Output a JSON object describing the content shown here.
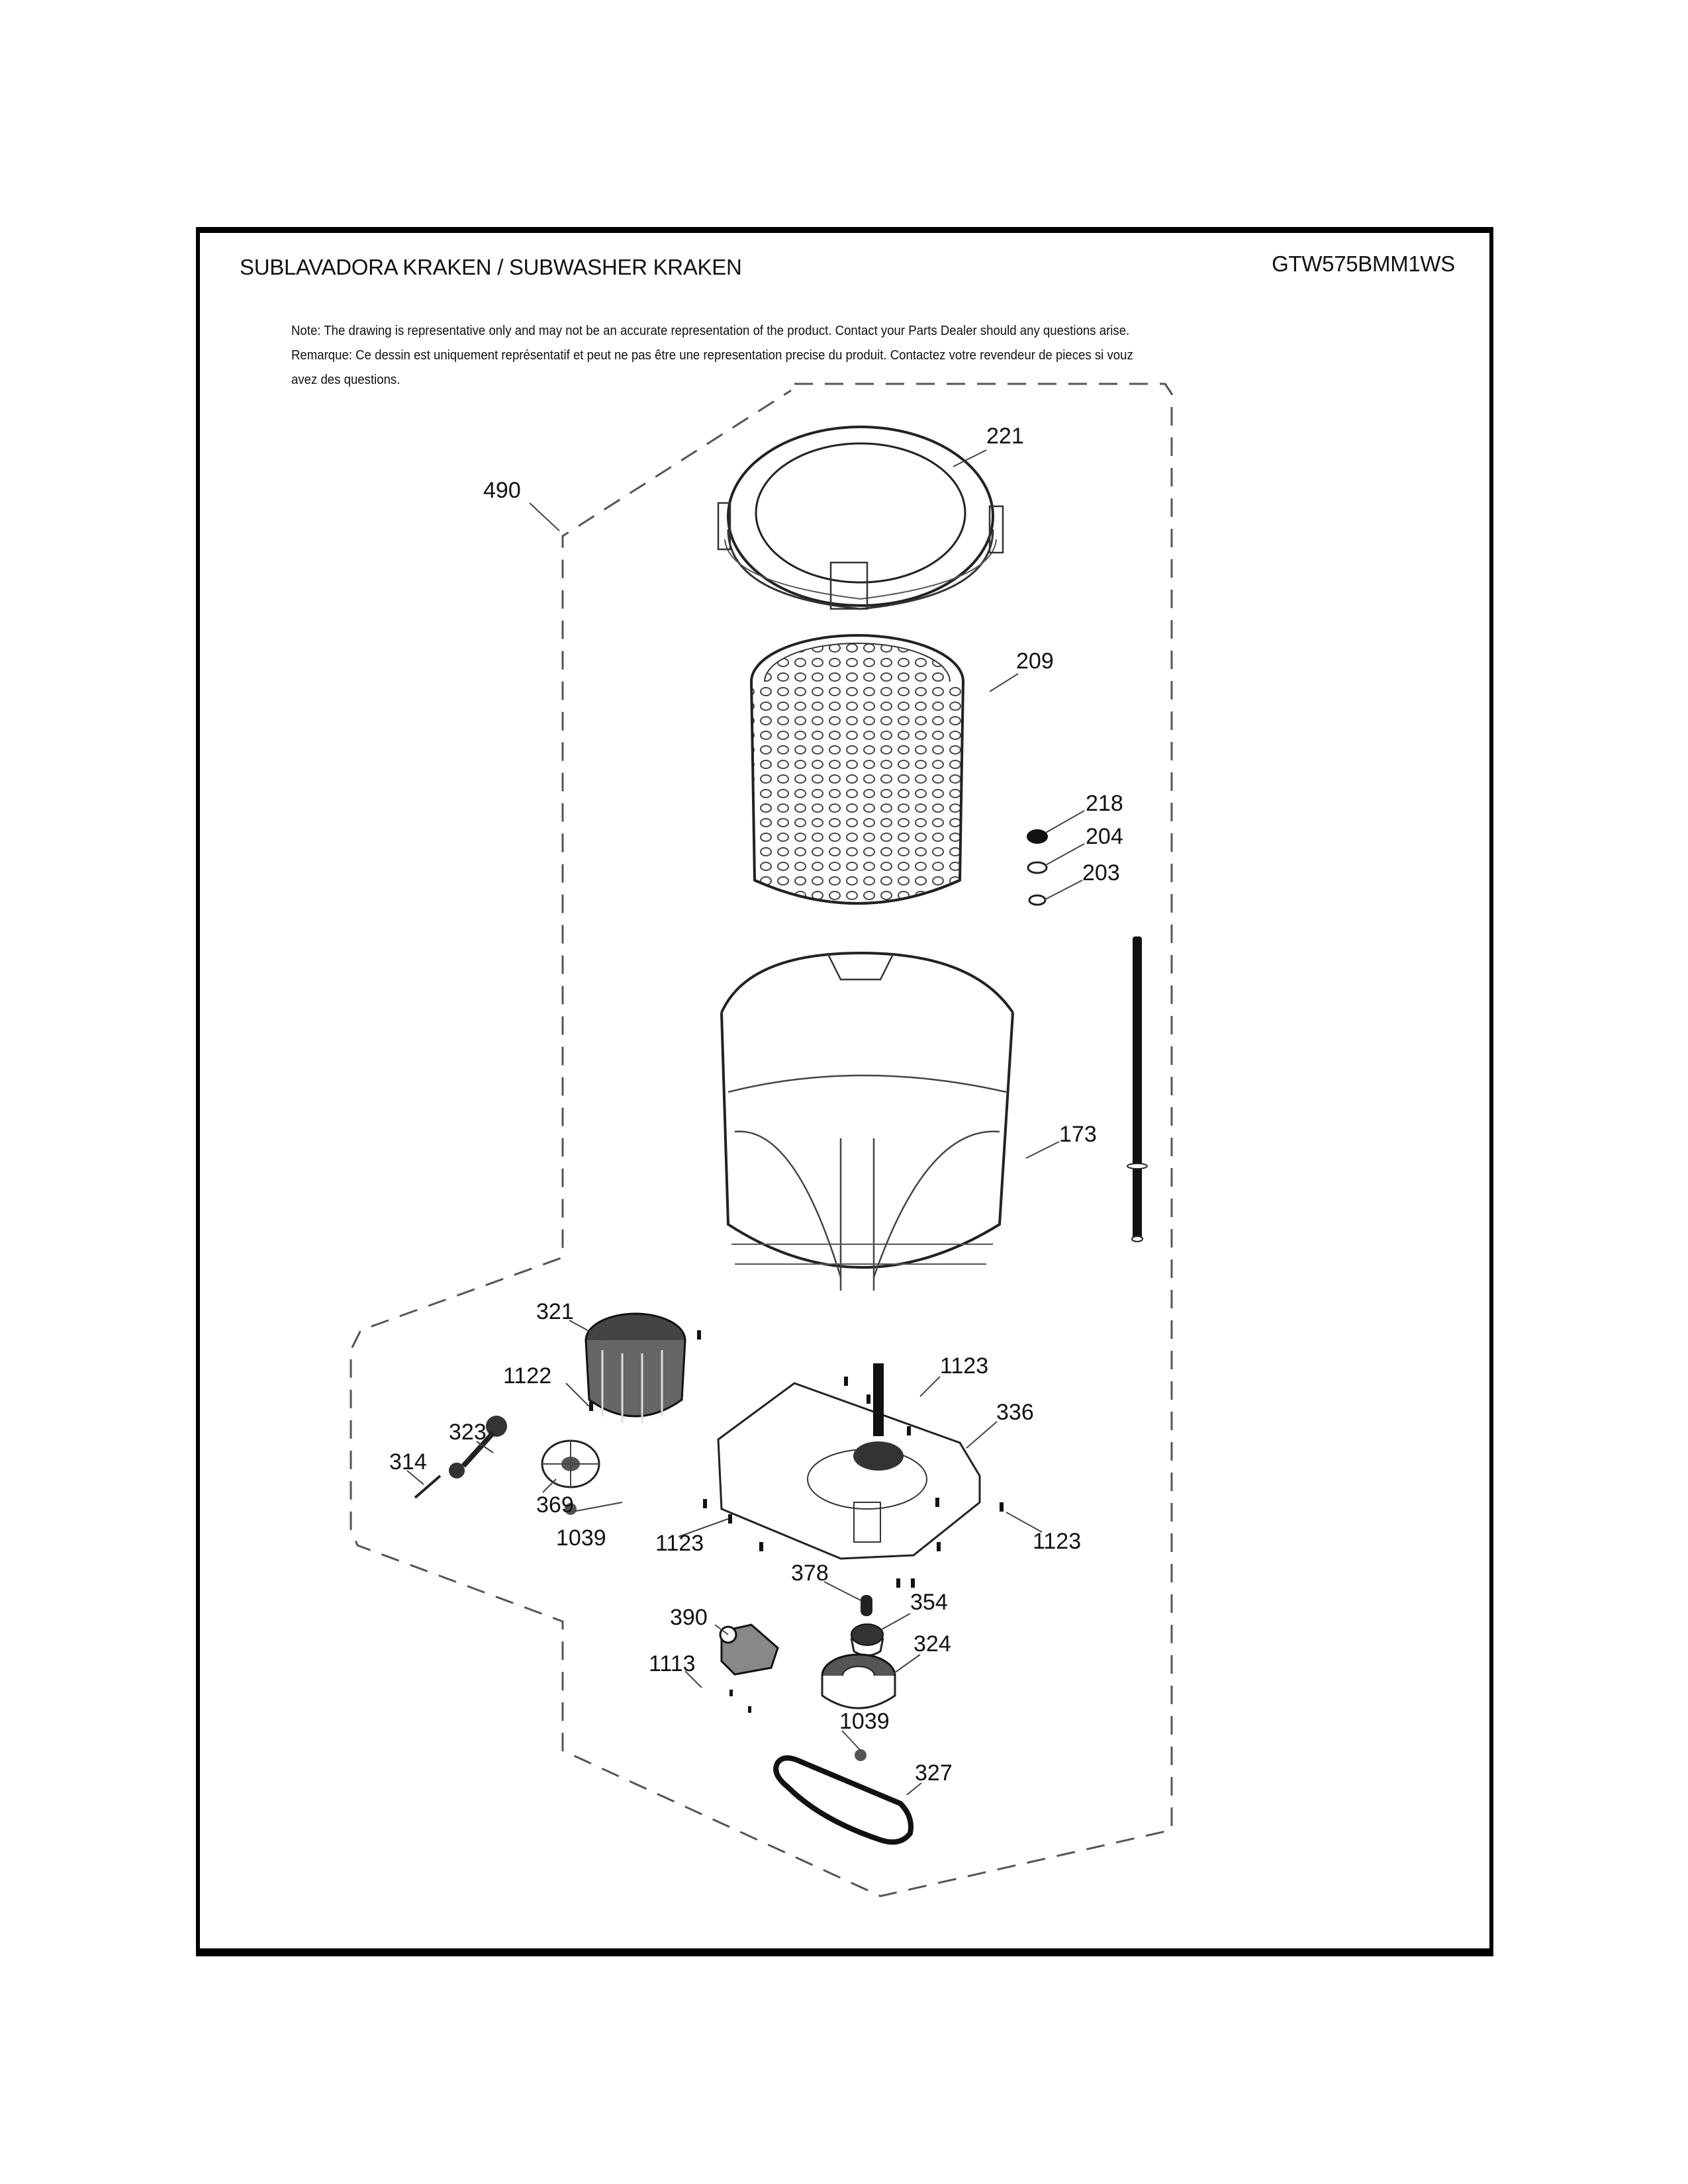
{
  "header": {
    "title": "SUBLAVADORA KRAKEN / SUBWASHER KRAKEN",
    "model": "GTW575BMM1WS"
  },
  "notes": [
    "Note: The drawing is representative only and may not be an accurate representation of the product. Contact your Parts Dealer should any questions arise.",
    "Remarque: Ce dessin est uniquement représentatif et peut ne pas être une representation precise du produit. Contactez votre revendeur de pieces si vouz",
    "avez des questions."
  ],
  "parts": [
    {
      "ref": "490",
      "name": "subwasher-assembly"
    },
    {
      "ref": "221",
      "name": "tub-cover"
    },
    {
      "ref": "209",
      "name": "wash-basket"
    },
    {
      "ref": "218",
      "name": "nut"
    },
    {
      "ref": "204",
      "name": "washer"
    },
    {
      "ref": "203",
      "name": "washer-small"
    },
    {
      "ref": "173",
      "name": "outer-tub"
    },
    {
      "ref": "321",
      "name": "motor"
    },
    {
      "ref": "1122",
      "name": "motor-screw"
    },
    {
      "ref": "323",
      "name": "wire-harness"
    },
    {
      "ref": "314",
      "name": "pin"
    },
    {
      "ref": "369",
      "name": "motor-pulley"
    },
    {
      "ref": "1039",
      "name": "pulley-nut"
    },
    {
      "ref": "1123",
      "name": "base-screw"
    },
    {
      "ref": "336",
      "name": "base-plate-transmission"
    },
    {
      "ref": "378",
      "name": "spring"
    },
    {
      "ref": "354",
      "name": "bearing"
    },
    {
      "ref": "390",
      "name": "shift-actuator"
    },
    {
      "ref": "1113",
      "name": "actuator-screw"
    },
    {
      "ref": "324",
      "name": "drive-pulley"
    },
    {
      "ref": "1039",
      "name": "drive-pulley-nut"
    },
    {
      "ref": "327",
      "name": "drive-belt"
    }
  ]
}
